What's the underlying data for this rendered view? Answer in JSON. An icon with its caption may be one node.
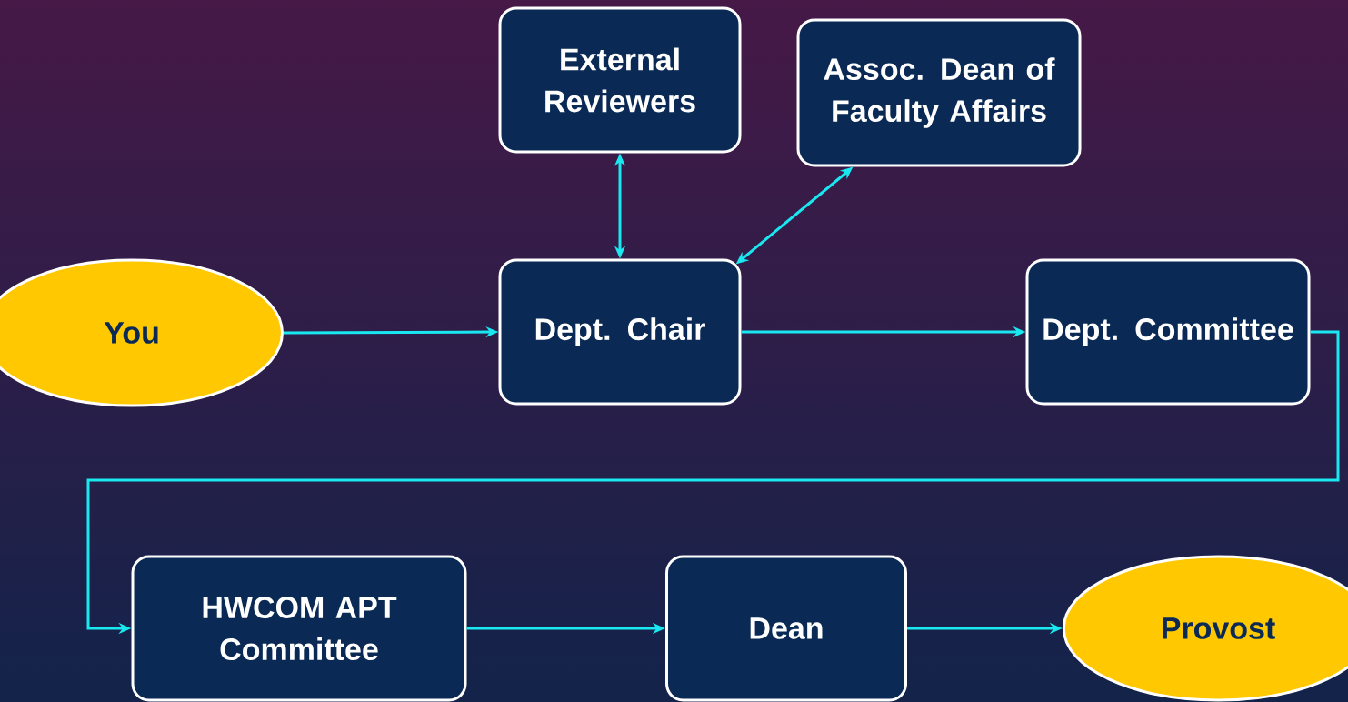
{
  "diagram": {
    "nodes": [
      {
        "text": [
          "External Reviewers"
        ]
      },
      {
        "text": [
          "Assoc. Dean of Faculty Affairs"
        ]
      },
      {
        "text": [
          "You"
        ]
      },
      {
        "text": [
          "Dept. Chair"
        ]
      },
      {
        "text": [
          "Dept. Committee"
        ]
      },
      {
        "text": [
          "HWCOM APT Committee"
        ]
      },
      {
        "text": [
          "Dean"
        ]
      },
      {
        "text": [
          "Provost"
        ]
      }
    ],
    "edges": [
      {
        "from": 2,
        "to": 3,
        "arrow": "to"
      },
      {
        "from": 3,
        "to": 0,
        "arrow": "both"
      },
      {
        "from": 3,
        "to": 1,
        "arrow": "both"
      },
      {
        "from": 3,
        "to": 4,
        "arrow": "to"
      },
      {
        "from": 4,
        "to": 5,
        "arrow": "to"
      },
      {
        "from": 5,
        "to": 6,
        "arrow": "to"
      },
      {
        "from": 6,
        "to": 7,
        "arrow": "to"
      }
    ]
  }
}
